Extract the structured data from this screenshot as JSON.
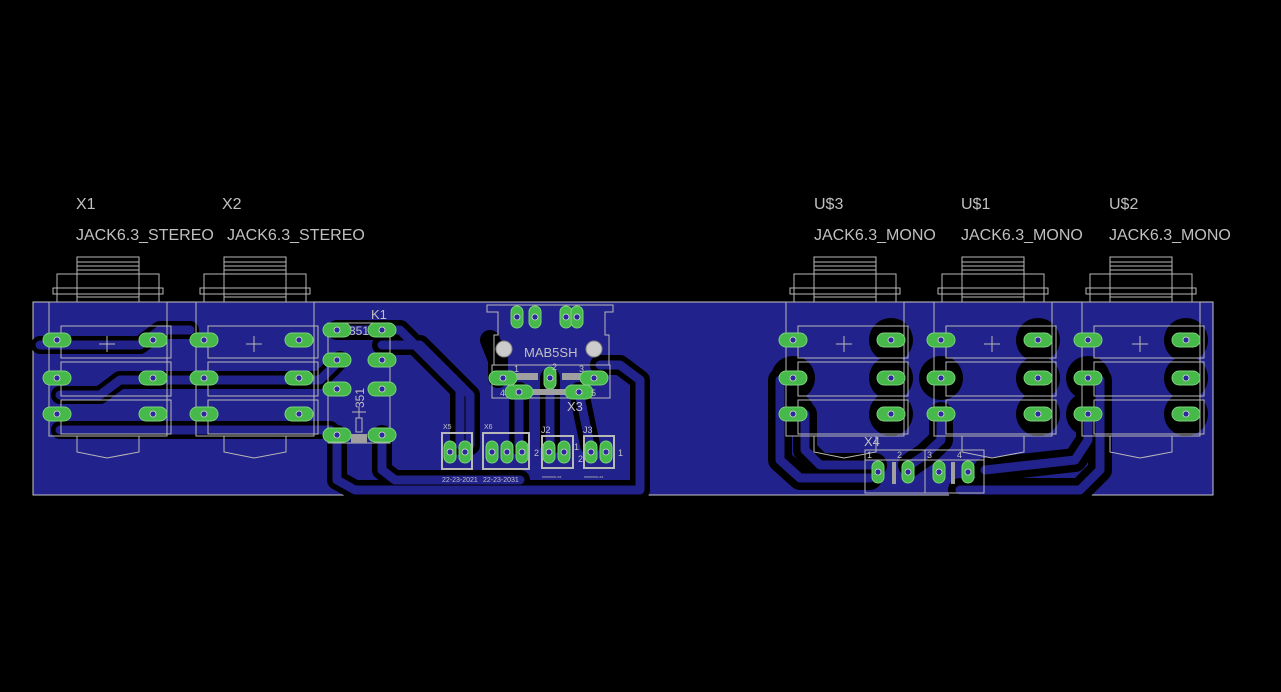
{
  "board": {
    "colors": {
      "background": "#000000",
      "copper": "#22228c",
      "pad": "#47b84a",
      "silkscreen": "#c0c0c0"
    }
  },
  "parts": {
    "x1": {
      "name": "X1",
      "value": "JACK6.3_STEREO"
    },
    "x2": {
      "name": "X2",
      "value": "JACK6.3_STEREO"
    },
    "u3": {
      "name": "U$3",
      "value": "JACK6.3_MONO"
    },
    "u1": {
      "name": "U$1",
      "value": "JACK6.3_MONO"
    },
    "u2": {
      "name": "U$2",
      "value": "JACK6.3_MONO"
    },
    "k1": {
      "name": "K1",
      "value": "351",
      "value_rotated": "351"
    },
    "x3": {
      "name": "X3",
      "value": "MAB5SH",
      "pins": [
        "1",
        "2",
        "3",
        "4",
        "5"
      ]
    },
    "x5": {
      "name": "X5",
      "value": "22-23-2021"
    },
    "x6": {
      "name": "X6",
      "value": "22-23-2031"
    },
    "j2": {
      "name": "J2",
      "pin_left": "2",
      "pin_right": "1",
      "value": "xxxxxxx-xx"
    },
    "j3": {
      "name": "J3",
      "pin_left": "2",
      "pin_right": "1",
      "value": "xxxxxxx-xx"
    },
    "x4": {
      "name": "X4",
      "pins": [
        "1",
        "2",
        "3",
        "4"
      ]
    }
  }
}
